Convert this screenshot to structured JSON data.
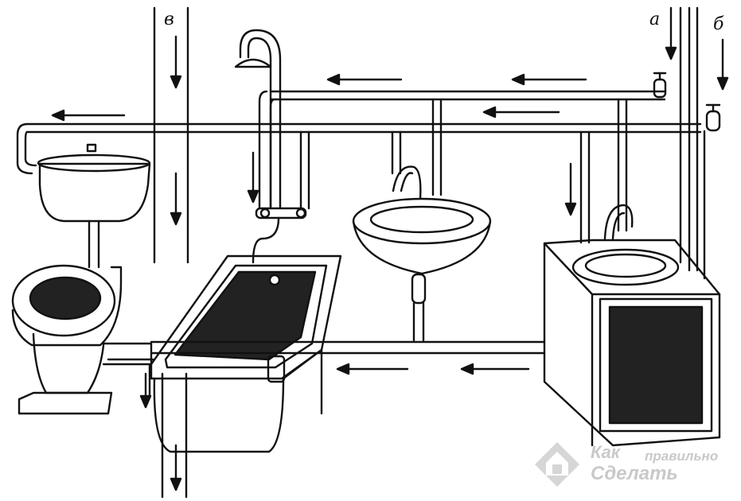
{
  "labels": {
    "a": "а",
    "b": "б",
    "v": "в"
  },
  "watermark": {
    "line1": "Как",
    "line2": "правильно",
    "line3": "Сделать"
  },
  "colors": {
    "ink": "#111111",
    "paper": "#ffffff",
    "watermark": "#c9c9c9"
  }
}
